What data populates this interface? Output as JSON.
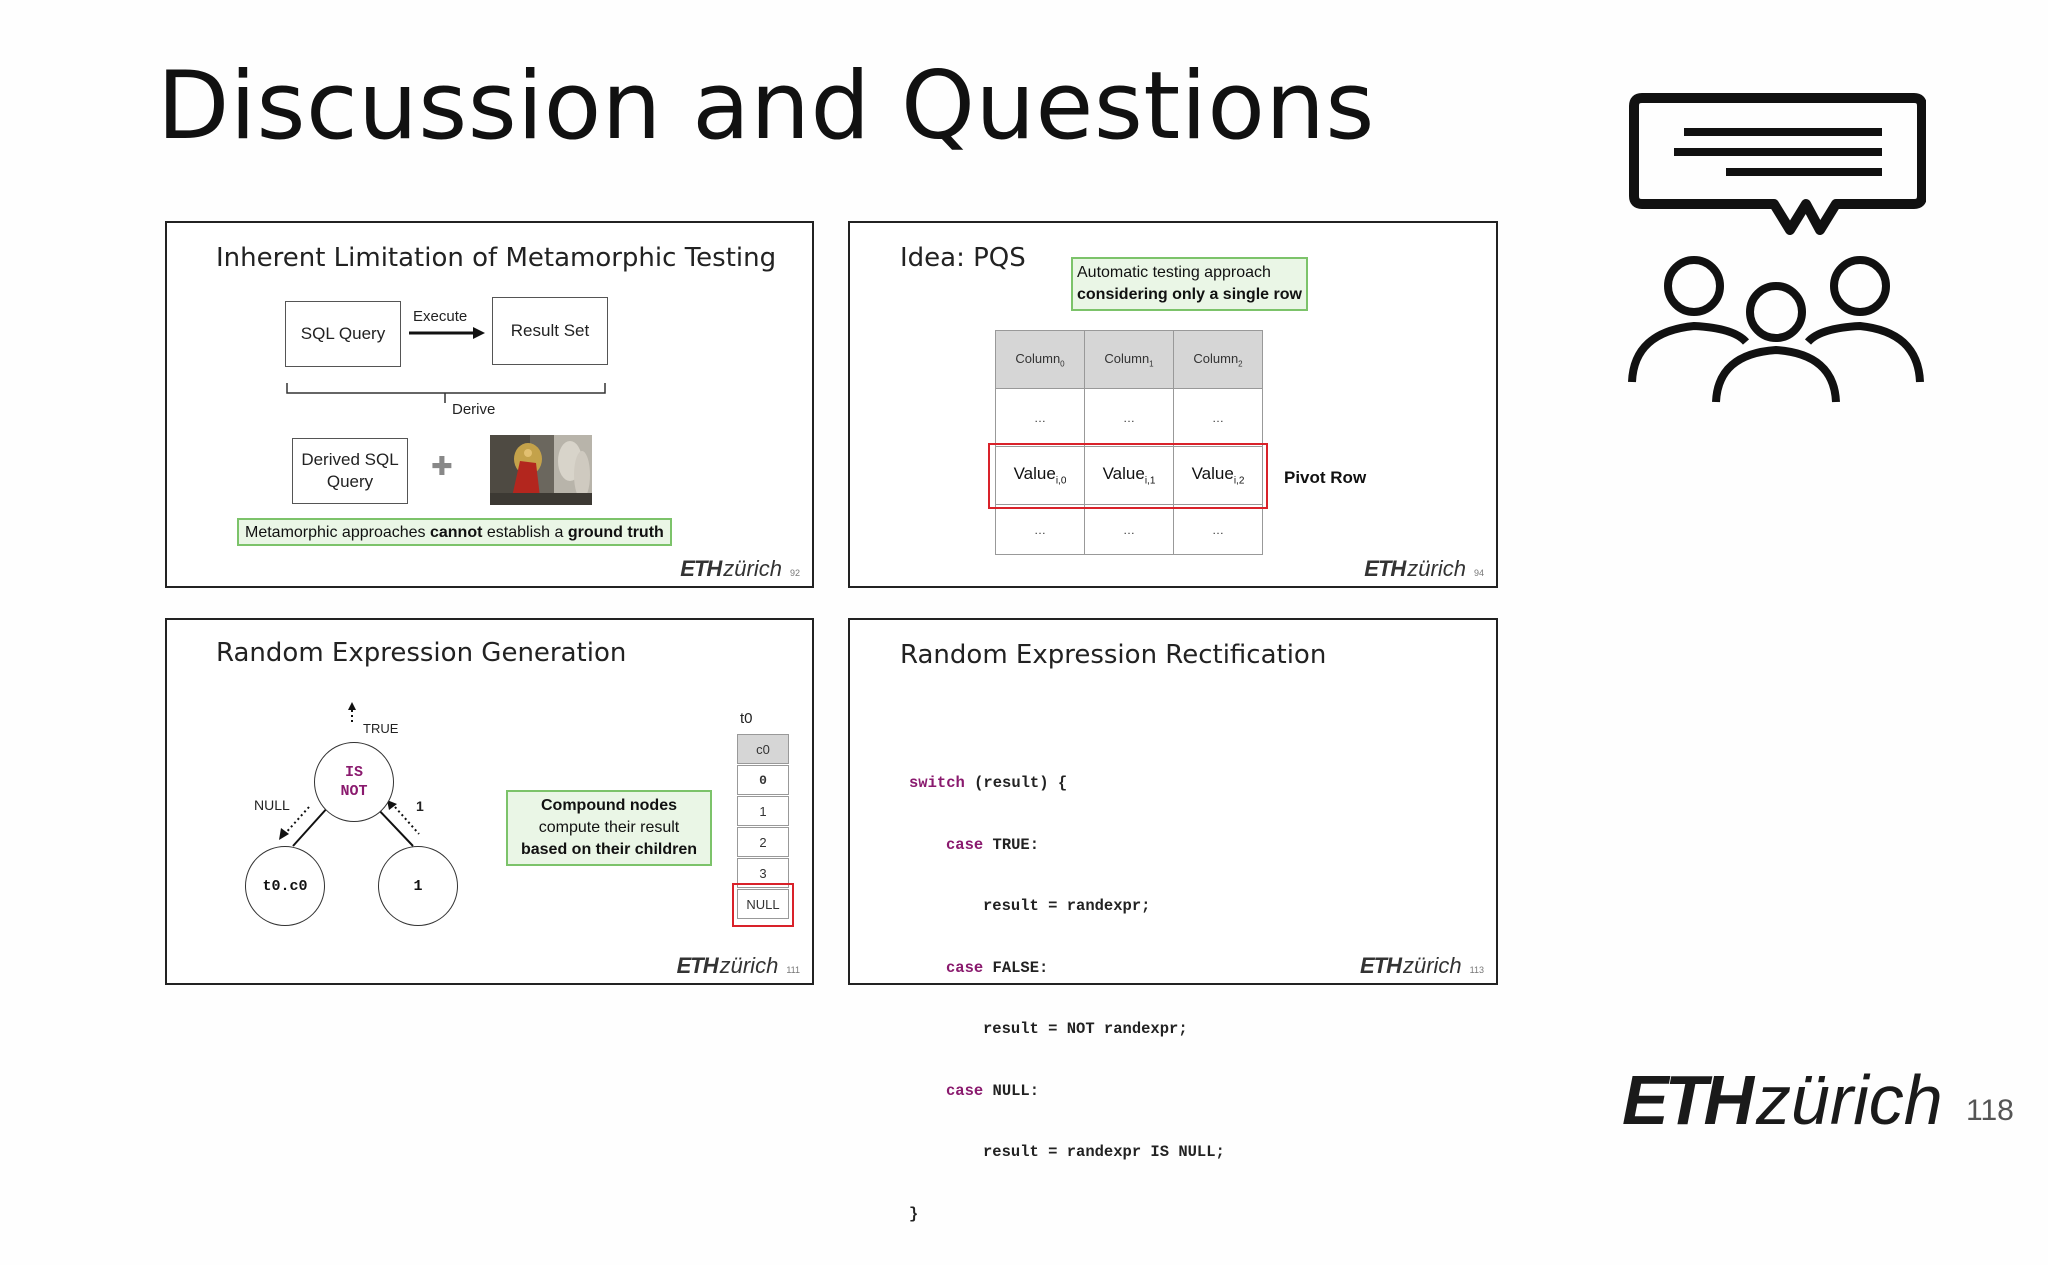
{
  "slide": {
    "title": "Discussion and Questions",
    "page_number": "118",
    "logo_bold": "ETH",
    "logo_light": "zürich"
  },
  "thumbs": {
    "t1": {
      "title": "Inherent Limitation of Metamorphic Testing",
      "sql_query": "SQL Query",
      "execute": "Execute",
      "result_set": "Result Set",
      "derive": "Derive",
      "derived_sql_line1": "Derived SQL",
      "derived_sql_line2": "Query",
      "plus": "✚",
      "note_pre": "Metamorphic approaches ",
      "note_bold1": "cannot",
      "note_mid": " establish a ",
      "note_bold2": "ground truth",
      "logo_bold": "ETH",
      "logo_light": "zürich",
      "num": "92"
    },
    "t2": {
      "title": "Idea: PQS",
      "note_line1": "Automatic testing approach",
      "note_line2": "considering only a single row",
      "headers": [
        "Column",
        "Column",
        "Column"
      ],
      "header_subs": [
        "0",
        "1",
        "2"
      ],
      "ellipsis": "…",
      "values": [
        "Value",
        "Value",
        "Value"
      ],
      "value_subs": [
        "i,0",
        "i,1",
        "i,2"
      ],
      "pivot": "Pivot Row",
      "logo_bold": "ETH",
      "logo_light": "zürich",
      "num": "94"
    },
    "t3": {
      "title": "Random Expression Generation",
      "true_label": "TRUE",
      "null_label": "NULL",
      "one_label": "1",
      "root_line1": "IS",
      "root_line2": "NOT",
      "left_node": "t0.c0",
      "right_node": "1",
      "note_line1": "Compound nodes",
      "note_line2": "compute their result",
      "note_line3": "based on their children",
      "table_name": "t0",
      "table_header": "c0",
      "table_values": [
        "0",
        "1",
        "2",
        "3",
        "NULL"
      ],
      "logo_bold": "ETH",
      "logo_light": "zürich",
      "num": "111"
    },
    "t4": {
      "title": "Random Expression Rectification",
      "code": {
        "l1_kw": "switch",
        "l1_rest": " (result) {",
        "l2_kw": "case",
        "l2_rest": " TRUE:",
        "l3": "result = randexpr;",
        "l4_kw": "case",
        "l4_rest": " FALSE:",
        "l5": "result = NOT randexpr;",
        "l6_kw": "case",
        "l6_rest": " NULL:",
        "l7": "result = randexpr IS NULL;",
        "l8": "}"
      },
      "logo_bold": "ETH",
      "logo_light": "zürich",
      "num": "113"
    }
  },
  "icon": "discussion-group-icon"
}
